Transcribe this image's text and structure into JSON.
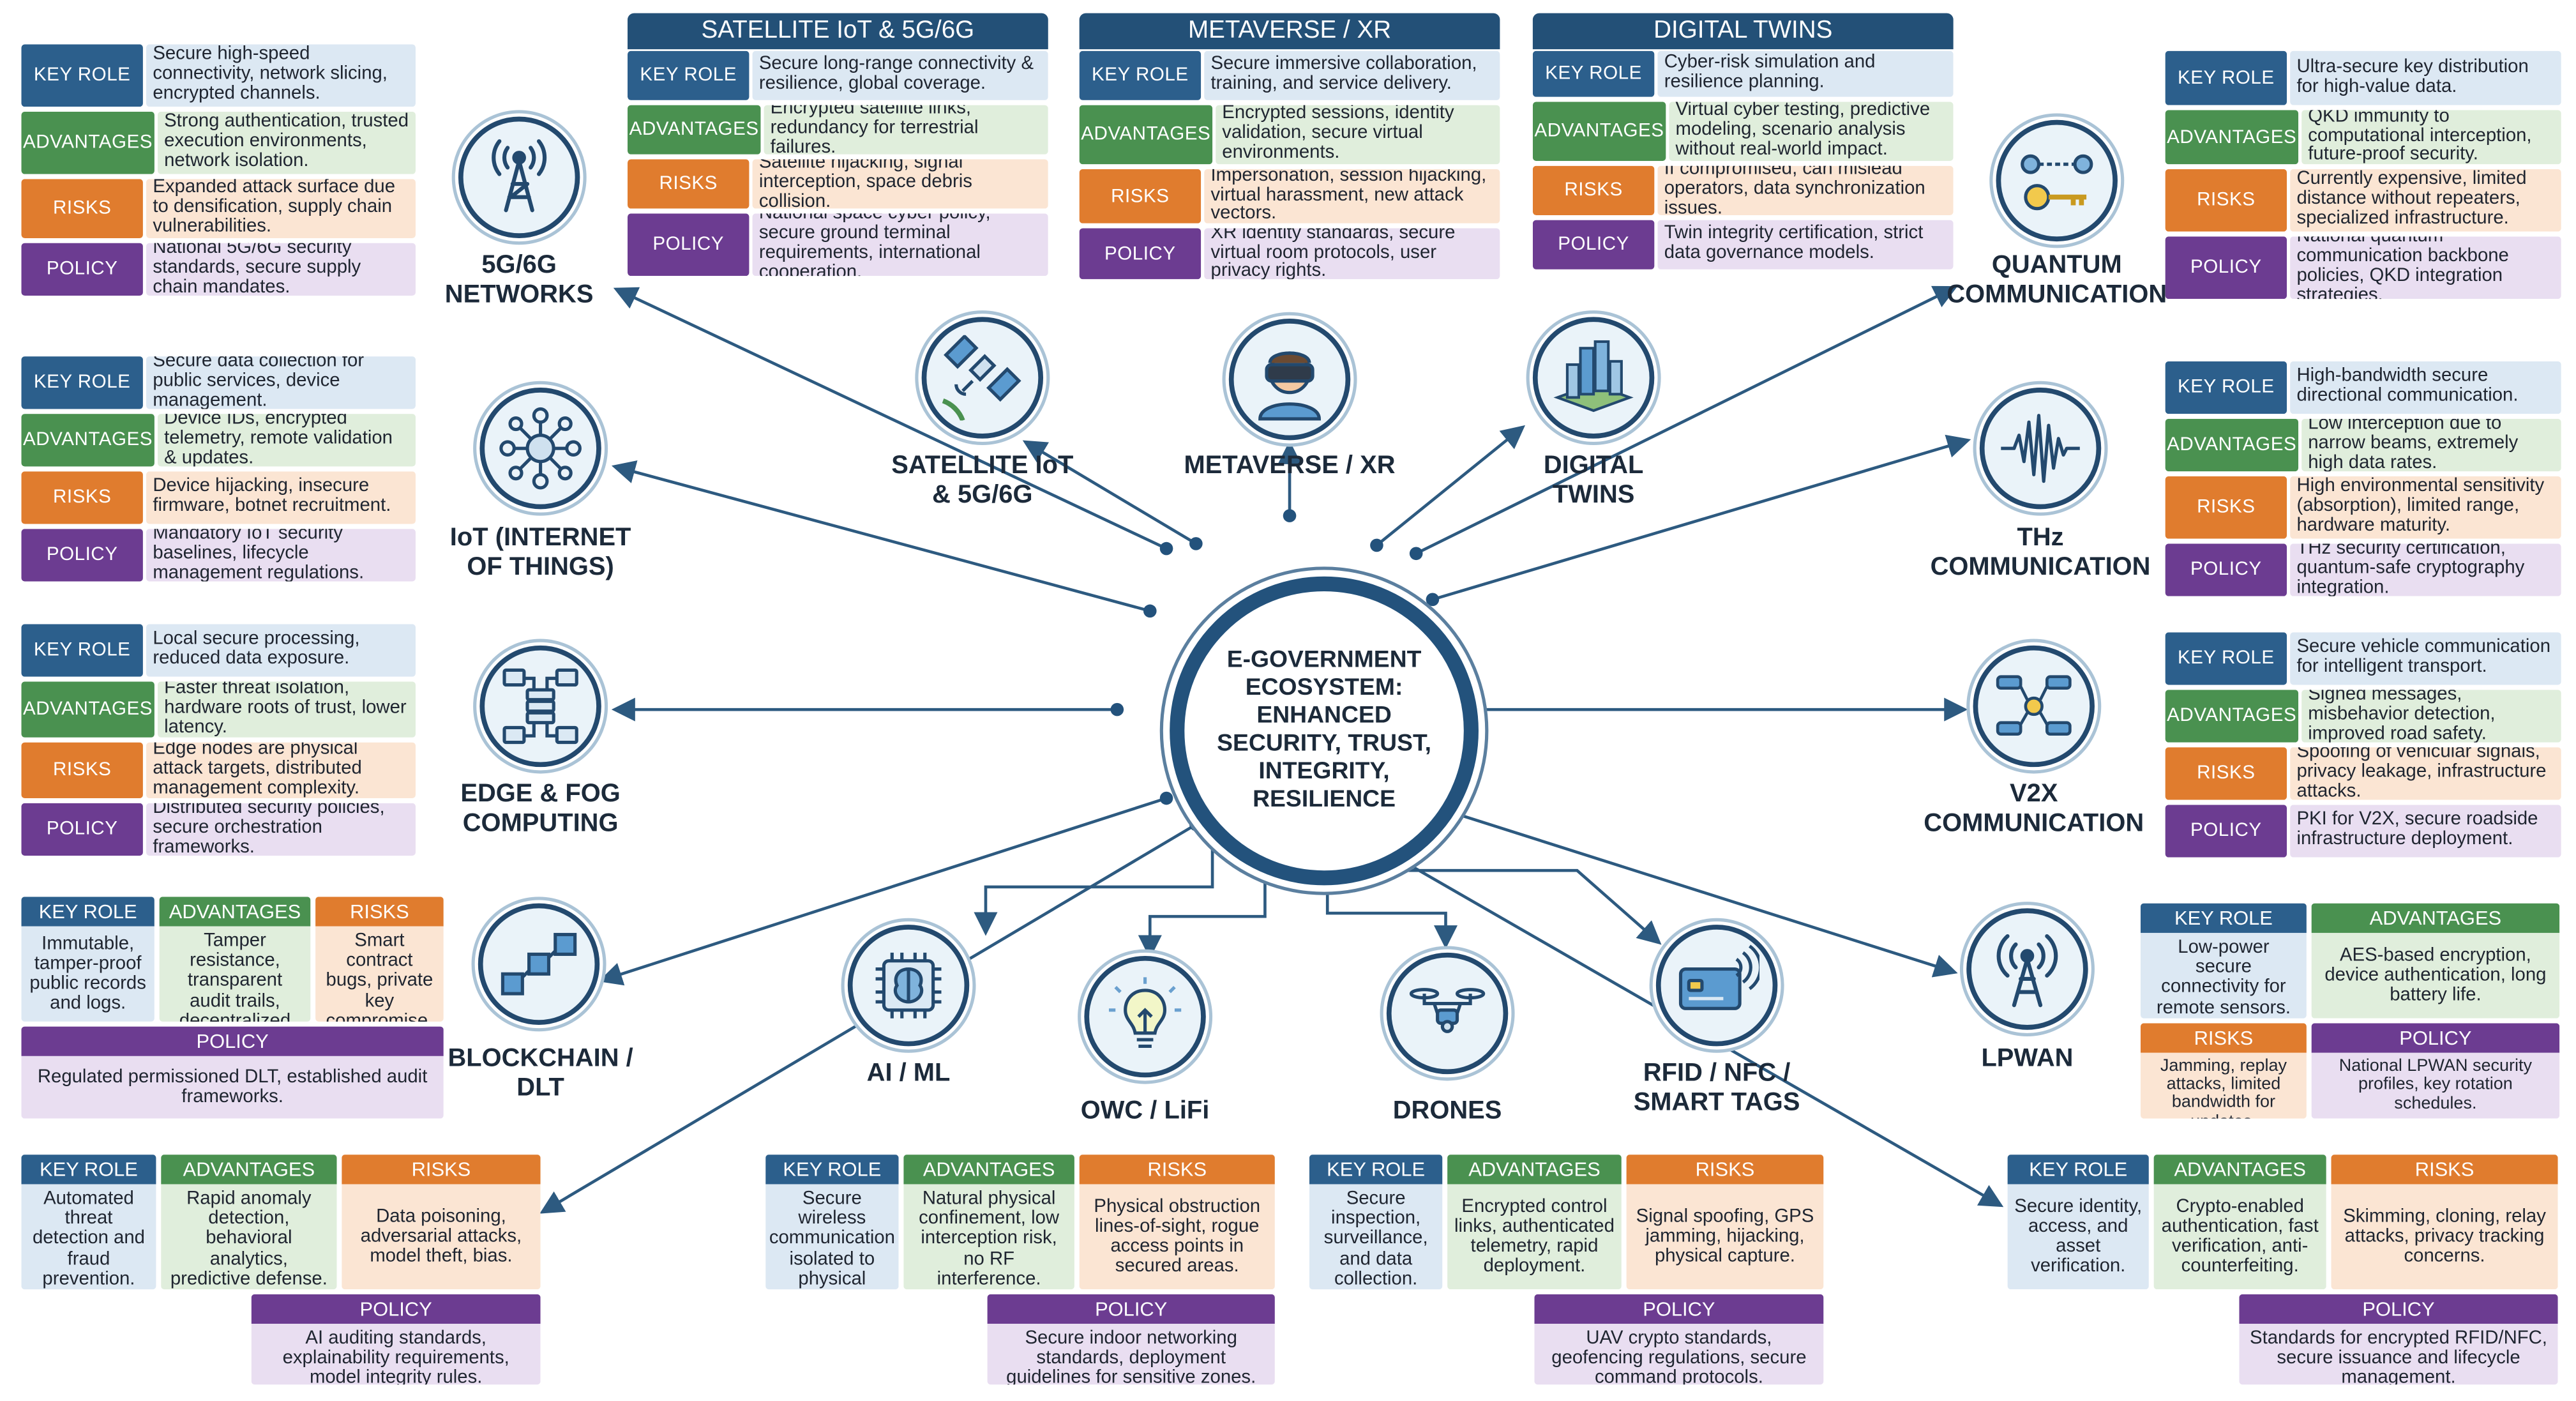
{
  "center": "E-GOVERNMENT ECOSYSTEM: ENHANCED SECURITY, TRUST, INTEGRITY, RESILIENCE",
  "labels": {
    "key_role": "KEY ROLE",
    "advantages": "ADVANTAGES",
    "risks": "RISKS",
    "policy": "POLICY"
  },
  "colors": {
    "key_role": "#2c5f8c",
    "advantages": "#4a9150",
    "risks": "#e07c2e",
    "policy": "#6c3c91",
    "node_ring": "#23496e"
  },
  "technologies": {
    "g56": {
      "name": "5G/6G NETWORKS",
      "icon": "cell-tower-icon",
      "key_role": "Secure high-speed connectivity, network slicing, encrypted channels.",
      "advantages": "Strong authentication, trusted execution environments, network isolation.",
      "risks": "Expanded attack surface due to densification, supply chain vulnerabilities.",
      "policy": "National 5G/6G security standards, secure supply chain mandates."
    },
    "iot": {
      "name": "IoT (INTERNET OF THINGS)",
      "icon": "iot-network-icon",
      "key_role": "Secure data collection for public services, device management.",
      "advantages": "Device IDs, encrypted telemetry, remote validation & updates.",
      "risks": "Device hijacking, insecure firmware, botnet recruitment.",
      "policy": "Mandatory IoT security baselines, lifecycle management regulations."
    },
    "edge": {
      "name": "EDGE & FOG COMPUTING",
      "icon": "edge-server-icon",
      "key_role": "Local secure processing, reduced data exposure.",
      "advantages": "Faster threat isolation, hardware roots of trust, lower latency.",
      "risks": "Edge nodes are physical attack targets, distributed management complexity.",
      "policy": "Distributed security policies, secure orchestration frameworks."
    },
    "blockchain": {
      "name": "BLOCKCHAIN / DLT",
      "icon": "blockchain-cubes-icon",
      "key_role": "Immutable, tamper-proof public records and logs.",
      "advantages": "Tamper resistance, transparent audit trails, decentralized trust.",
      "risks": "Smart contract bugs, private key compromise, scalability issues.",
      "policy": "Regulated permissioned DLT, established audit frameworks."
    },
    "ai": {
      "name": "AI / ML",
      "icon": "ai-chip-brain-icon",
      "key_role": "Automated threat detection and fraud prevention.",
      "advantages": "Rapid anomaly detection, behavioral analytics, predictive defense.",
      "risks": "Data poisoning, adversarial attacks, model theft, bias.",
      "policy": "AI auditing standards, explainability requirements, model integrity rules."
    },
    "owc": {
      "name": "OWC / LiFi",
      "icon": "light-bulb-icon",
      "key_role": "Secure wireless communication isolated to physical spaces.",
      "advantages": "Natural physical confinement, low interception risk, no RF interference.",
      "risks": "Physical obstruction lines-of-sight, rogue access points in secured areas.",
      "policy": "Secure indoor networking standards, deployment guidelines for sensitive zones."
    },
    "drones": {
      "name": "DRONES",
      "icon": "drone-icon",
      "key_role": "Secure inspection, surveillance, and data collection.",
      "advantages": "Encrypted control links, authenticated telemetry, rapid deployment.",
      "risks": "Signal spoofing, GPS jamming, hijacking, physical capture.",
      "policy": "UAV crypto standards, geofencing regulations, secure command protocols."
    },
    "rfid": {
      "name": "RFID / NFC / SMART TAGS",
      "icon": "contactless-card-icon",
      "key_role": "Secure identity, access, and asset verification.",
      "advantages": "Crypto-enabled authentication, fast verification, anti-counterfeiting.",
      "risks": "Skimming, cloning, relay attacks, privacy tracking concerns.",
      "policy": "Standards for encrypted RFID/NFC, secure issuance and lifecycle management."
    },
    "lpwan": {
      "name": "LPWAN",
      "icon": "antenna-icon",
      "key_role": "Low-power secure connectivity for remote sensors.",
      "advantages": "AES-based encryption, device authentication, long battery life.",
      "risks": "Jamming, replay attacks, limited bandwidth for updates.",
      "policy": "National LPWAN security profiles, key rotation schedules."
    },
    "v2x": {
      "name": "V2X COMMUNICATION",
      "icon": "connected-vehicles-icon",
      "key_role": "Secure vehicle communication for intelligent transport.",
      "advantages": "Signed messages, misbehavior detection, improved road safety.",
      "risks": "Spoofing of vehicular signals, privacy leakage, infrastructure attacks.",
      "policy": "PKI for V2X, secure roadside infrastructure deployment."
    },
    "thz": {
      "name": "THz COMMUNICATION",
      "icon": "waveform-icon",
      "key_role": "High-bandwidth secure directional communication.",
      "advantages": "Low interception due to narrow beams, extremely high data rates.",
      "risks": "High environmental sensitivity (absorption), limited range, hardware maturity.",
      "policy": "THz security certification, quantum-safe cryptography integration."
    },
    "quantum": {
      "name": "QUANTUM COMMUNICATION",
      "icon": "quantum-key-icon",
      "key_role": "Ultra-secure key distribution for high-value data.",
      "advantages": "QKD immunity to computational interception, future-proof security.",
      "risks": "Currently expensive, limited distance without repeaters, specialized infrastructure.",
      "policy": "National quantum communication backbone policies, QKD integration strategies."
    },
    "satellite": {
      "name": "SATELLITE IoT & 5G/6G",
      "header": "SATELLITE IoT & 5G/6G",
      "icon": "satellite-icon",
      "key_role": "Secure long-range connectivity & resilience, global coverage.",
      "advantages": "Encrypted satellite links, redundancy for terrestrial failures.",
      "risks": "Satellite hijacking, signal interception, space debris collision.",
      "policy": "National space cyber policy, secure ground terminal requirements, international cooperation."
    },
    "metaverse": {
      "name": "METAVERSE / XR",
      "header": "METAVERSE / XR",
      "icon": "vr-headset-icon",
      "key_role": "Secure immersive collaboration, training, and service delivery.",
      "advantages": "Encrypted sessions, identity validation, secure virtual environments.",
      "risks": "Impersonation, session hijacking, virtual harassment, new attack vectors.",
      "policy": "XR identity standards, secure virtual room protocols, user privacy rights."
    },
    "twins": {
      "name": "DIGITAL TWINS",
      "header": "DIGITAL TWINS",
      "icon": "city-buildings-icon",
      "key_role": "Cyber-risk simulation and resilience planning.",
      "advantages": "Virtual cyber testing, predictive modeling, scenario analysis without real-world impact.",
      "risks": "If compromised, can mislead operators, data synchronization issues.",
      "policy": "Twin integrity certification, strict data governance models."
    }
  }
}
